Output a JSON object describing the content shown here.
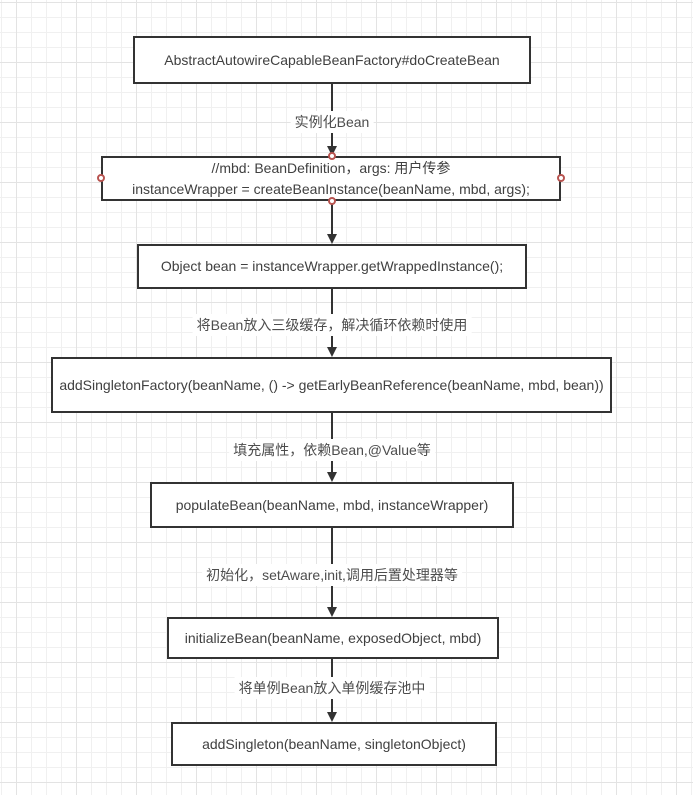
{
  "canvas": {
    "background": "#ffffff",
    "grid_minor_color": "#f0f0f0",
    "grid_major_color": "#e3e3e3"
  },
  "flowchart": {
    "title": "AbstractAutowireCapableBeanFactory#doCreateBean flow",
    "colors": {
      "node_border": "#333333",
      "node_fill": "#ffffff",
      "node_text": "#404040",
      "edge": "#333333",
      "edge_label_text": "#4d4d4d",
      "selection_handle_stroke": "#b85450"
    },
    "nodes": [
      {
        "id": "doCreateBean",
        "text": "AbstractAutowireCapableBeanFactory#doCreateBean"
      },
      {
        "id": "createBeanInstance",
        "text": "//mbd: BeanDefinition，args: 用户传参\ninstanceWrapper = createBeanInstance(beanName, mbd, args);",
        "selected": true
      },
      {
        "id": "getWrappedInstance",
        "text": "Object bean = instanceWrapper.getWrappedInstance();"
      },
      {
        "id": "addSingletonFactory",
        "text": "addSingletonFactory(beanName, () -> getEarlyBeanReference(beanName, mbd, bean))"
      },
      {
        "id": "populateBean",
        "text": "populateBean(beanName, mbd, instanceWrapper)"
      },
      {
        "id": "initializeBean",
        "text": "initializeBean(beanName, exposedObject, mbd)"
      },
      {
        "id": "addSingleton",
        "text": "addSingleton(beanName, singletonObject)"
      }
    ],
    "edge_labels": [
      "实例化Bean",
      "将Bean放入三级缓存，解决循环依赖时使用",
      "填充属性，依赖Bean,@Value等",
      "初始化，setAware,init,调用后置处理器等",
      "将单例Bean放入单例缓存池中"
    ]
  }
}
